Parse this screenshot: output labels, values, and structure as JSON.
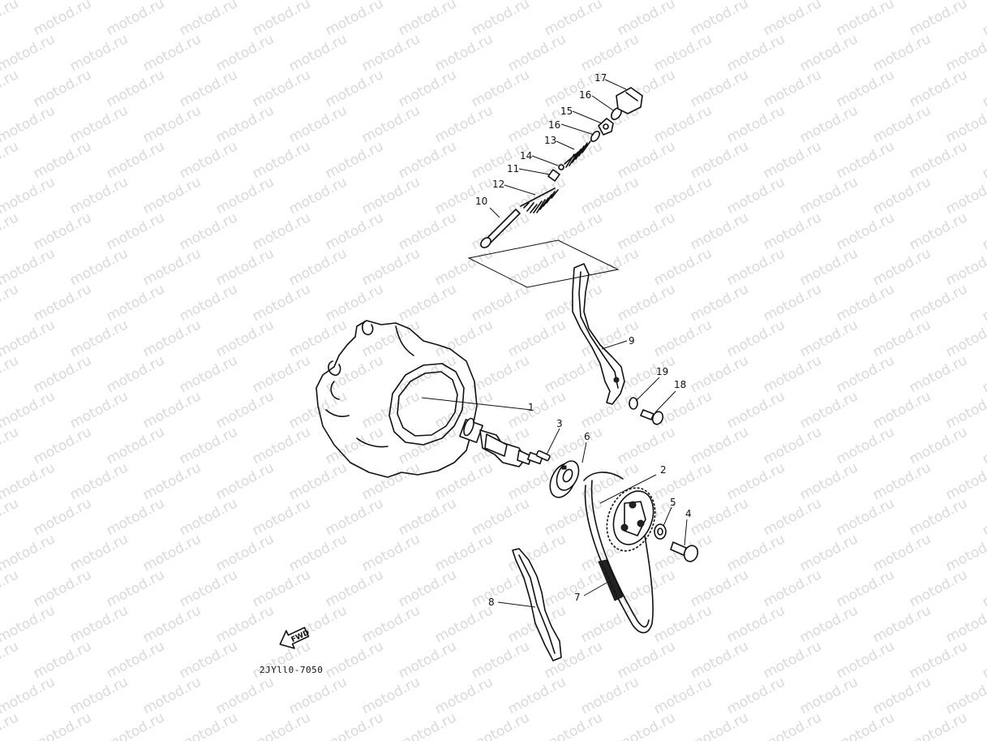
{
  "watermark": "motod.ru",
  "diagram_code": "2JYll0-7050",
  "fwd_label": "FWD",
  "callouts": [
    {
      "id": "1",
      "text": "1"
    },
    {
      "id": "2",
      "text": "2"
    },
    {
      "id": "3",
      "text": "3"
    },
    {
      "id": "4",
      "text": "4"
    },
    {
      "id": "5",
      "text": "5"
    },
    {
      "id": "6",
      "text": "6"
    },
    {
      "id": "7",
      "text": "7"
    },
    {
      "id": "8",
      "text": "8"
    },
    {
      "id": "9",
      "text": "9"
    },
    {
      "id": "10",
      "text": "10"
    },
    {
      "id": "11",
      "text": "11"
    },
    {
      "id": "12",
      "text": "12"
    },
    {
      "id": "13",
      "text": "13"
    },
    {
      "id": "14",
      "text": "14"
    },
    {
      "id": "15",
      "text": "15"
    },
    {
      "id": "16a",
      "text": "16"
    },
    {
      "id": "16b",
      "text": "16"
    },
    {
      "id": "17",
      "text": "17"
    },
    {
      "id": "18",
      "text": "18"
    },
    {
      "id": "19",
      "text": "19"
    }
  ]
}
